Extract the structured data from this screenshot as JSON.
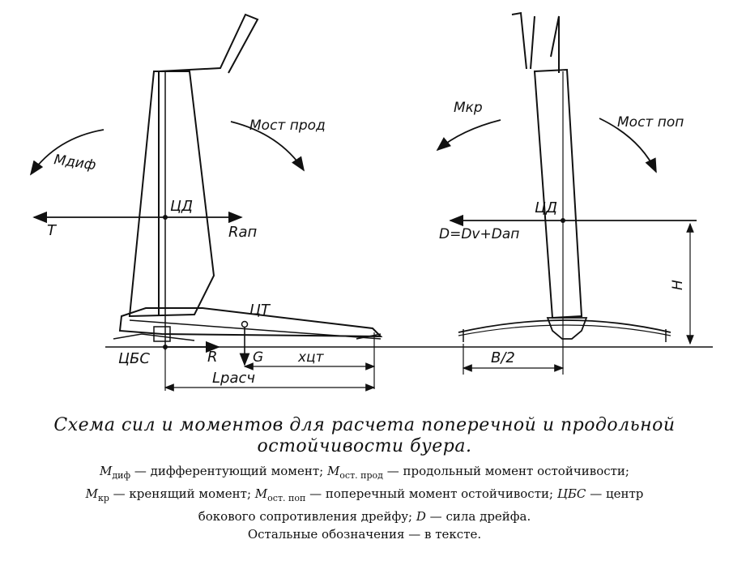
{
  "diagram": {
    "left_view": {
      "moment_dif": "Mдиф",
      "moment_ost_prod": "Mост прод",
      "center_lateral": "ЦД",
      "force_T": "T",
      "force_Rqp": "Rап",
      "center_gravity": "ЦТ",
      "center_lateral_resistance": "ЦБС",
      "force_R": "R",
      "force_G": "G",
      "dist_xct": "xцт",
      "dist_lrasch": "Lрасч"
    },
    "right_view": {
      "moment_kr": "Mкр",
      "moment_ost_pop": "Mост поп",
      "center_lateral": "ЦД",
      "force_D": "D=Dv+Dап",
      "height_H": "H",
      "half_beam": "B/2"
    }
  },
  "caption": {
    "title_line1": "Схема сил и моментов для расчета поперечной и продольной",
    "title_line2": "остойчивости буера.",
    "legend_line1_a_sym": "M",
    "legend_line1_a_sub": "диф",
    "legend_line1_a_text": " — дифферентующий момент; ",
    "legend_line1_b_sym": "M",
    "legend_line1_b_sub": "ост. прод",
    "legend_line1_b_text": " — продольный момент остойчивости;",
    "legend_line2_a_sym": "M",
    "legend_line2_a_sub": "кр",
    "legend_line2_a_text": " — кренящий момент; ",
    "legend_line2_b_sym": "M",
    "legend_line2_b_sub": "ост. поп",
    "legend_line2_b_text": " — поперечный момент остойчивости; ",
    "legend_line2_c": "ЦБС",
    "legend_line2_c_text": " — центр",
    "legend_line3": "бокового сопротивления дрейфу; ",
    "legend_line3_sym": "D",
    "legend_line3_text": " — сила дрейфа.",
    "legend_line4": "Остальные обозначения — в тексте."
  }
}
